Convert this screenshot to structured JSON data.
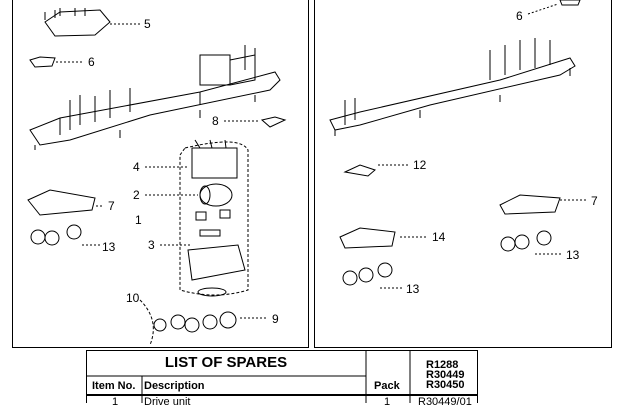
{
  "callouts_left": [
    "5",
    "6",
    "8",
    "4",
    "2",
    "7",
    "1",
    "3",
    "13",
    "10",
    "9"
  ],
  "callouts_right": [
    "6",
    "12",
    "7",
    "14",
    "13",
    "13"
  ],
  "table": {
    "title": "LIST OF SPARES",
    "col_item": "Item No.",
    "col_desc": "Description",
    "col_pack": "Pack",
    "codes": [
      "R1288",
      "R30449",
      "R30450"
    ],
    "row1": {
      "item": "1",
      "desc": "Drive unit",
      "pack": "1",
      "code": "R30449/01"
    }
  }
}
